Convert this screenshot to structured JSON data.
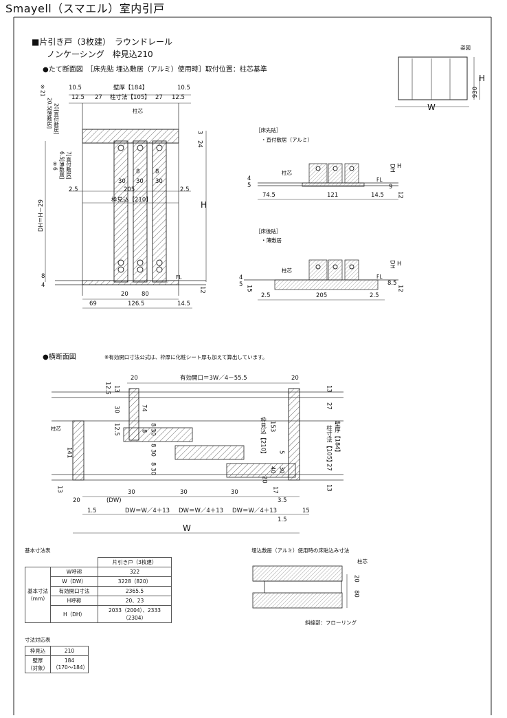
{
  "header": {
    "title": "Smayell（スマエル）室内引戸",
    "line1": "■片引き戸（3枚建）　ラウンドレール",
    "line2": "ノンケーシング　枠見込210"
  },
  "section_vertical": {
    "heading": "●たて断面図　［床先貼 埋込敷居（アルミ）使用時］取付位置：柱芯基準",
    "labels": {
      "d10_5_l": "10.5",
      "d10_5_r": "10.5",
      "wall": "壁厚【184】",
      "d12_5_l": "12.5",
      "d27_l": "27",
      "post": "柱寸法【105】",
      "d27_r": "27",
      "d12_5_r": "12.5",
      "core": "柱芯",
      "n21": "※21",
      "n20_5": "20.5[薄敷居]",
      "n20": "20[直付敷居]",
      "n3": "3",
      "n24": "24",
      "n6": "※6",
      "n6_5": "6.5[薄敷居]",
      "n7": "7[直付敷居]",
      "d8a": "8",
      "d8b": "8",
      "d30a": "30",
      "d30b": "30",
      "d30c": "30",
      "d2_5_l": "2.5",
      "d205": "205",
      "d2_5_r": "2.5",
      "frame": "枠見込【210】",
      "H": "H",
      "DH": "DH＝H－29",
      "d8": "8",
      "d4": "4",
      "FL": "FL",
      "d12": "12",
      "d20": "20",
      "d80": "80",
      "d69": "69",
      "d126_5": "126.5",
      "d14_5": "14.5"
    }
  },
  "floor_front": {
    "heading": "［床先貼］",
    "sub": "・直付敷居（アルミ）",
    "labels": {
      "core": "柱芯",
      "DH": "DH",
      "H": "H",
      "d4": "4",
      "d5": "5",
      "FL": "FL",
      "d9": "9",
      "d12": "12",
      "d74_5": "74.5",
      "d121": "121",
      "d14_5": "14.5"
    }
  },
  "floor_back": {
    "heading": "［床後貼］",
    "sub": "・薄敷居",
    "labels": {
      "core": "柱芯",
      "DH": "DH",
      "H": "H",
      "d4": "4",
      "d5": "5",
      "d15": "15",
      "FL": "FL",
      "d8_5": "8.5",
      "d12": "12",
      "d2_5_l": "2.5",
      "d205": "205",
      "d2_5_r": "2.5"
    }
  },
  "elevation": {
    "heading": "姿図",
    "W": "W",
    "H": "H",
    "d930": "930"
  },
  "section_horizontal": {
    "heading": "●横断面図",
    "note": "※有効開口寸法公式は、枠厚に化粧シート厚も加えて算出しています。",
    "labels": {
      "d20_l": "20",
      "opening": "有効開口＝3W／4－55.5",
      "d20_r": "20",
      "d12_5a": "12.5",
      "d13a": "13",
      "d30": "30",
      "d74": "74",
      "d12_5b": "12.5",
      "d8": "8",
      "d30b": "8 30",
      "d8_30a": "8 30",
      "d8_30b": "8 30",
      "core": "柱芯",
      "d141": "141",
      "d13b": "13",
      "frame": "枠見込【210】",
      "d153": "153",
      "d5": "5",
      "d40": "40",
      "d30c": "30",
      "d20": "20",
      "d17": "17",
      "d13r": "13",
      "d27a": "27",
      "post": "柱寸法【105】",
      "wall": "壁厚【184】",
      "d27b": "27",
      "d13r2": "13",
      "d20b": "20",
      "DW": "(DW)",
      "d30x": "30",
      "d30y": "30",
      "d30z": "30",
      "d3_5": "3.5",
      "d1_5": "1.5",
      "dwa": "DW＝W／4＋13",
      "dwb": "DW＝W／4＋13",
      "dwc": "DW＝W／4＋13",
      "d15": "15",
      "d1_5r": "1.5",
      "W": "W"
    }
  },
  "basic_table": {
    "heading": "基本寸法表",
    "product": "片引き戸（3枚建）",
    "group": "基本寸法\n（mm）",
    "rows": [
      {
        "label": "W呼称",
        "value": "322"
      },
      {
        "label": "W（DW）",
        "value": "3228（820）"
      },
      {
        "label": "有効開口寸法",
        "value": "2365.5"
      },
      {
        "label": "H呼称",
        "value": "20、23"
      },
      {
        "label": "H（DH）",
        "value": "2033（2004）、2333（2304）"
      }
    ]
  },
  "embed_detail": {
    "heading": "埋込敷居（アルミ）使用時の床貼込み寸法",
    "core": "柱芯",
    "d20": "20",
    "d80": "80",
    "legend": "斜線部：フローリング"
  },
  "corr_table": {
    "heading": "寸法対応表",
    "rows": [
      {
        "label": "枠見込",
        "value": "210"
      },
      {
        "label": "壁厚\n（対象）",
        "value": "184\n（170～184）"
      }
    ]
  }
}
